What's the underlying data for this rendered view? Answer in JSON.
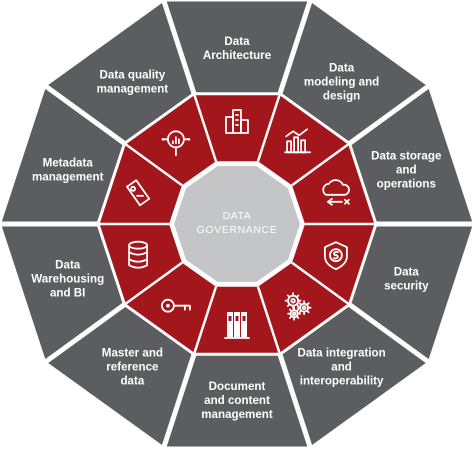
{
  "hub": {
    "line1": "DATA",
    "line2": "GOVERNANCE"
  },
  "areas": [
    {
      "id": "architecture",
      "icon": "buildings-icon",
      "lines": [
        "Data",
        "Architecture"
      ]
    },
    {
      "id": "modeling",
      "icon": "bar-chart-icon",
      "lines": [
        "Data",
        "modeling and",
        "design"
      ]
    },
    {
      "id": "storage",
      "icon": "cloud-storage-icon",
      "lines": [
        "Data storage",
        "and",
        "operations"
      ]
    },
    {
      "id": "security",
      "icon": "shield-icon",
      "lines": [
        "Data",
        "security"
      ]
    },
    {
      "id": "integration",
      "icon": "gears-icon",
      "lines": [
        "Data integration",
        "and",
        "interoperability"
      ]
    },
    {
      "id": "document",
      "icon": "binders-icon",
      "lines": [
        "Document",
        "and content",
        "management"
      ]
    },
    {
      "id": "master",
      "icon": "key-icon",
      "lines": [
        "Master and",
        "reference",
        "data"
      ]
    },
    {
      "id": "warehousing",
      "icon": "database-icon",
      "lines": [
        "Data",
        "Warehousing",
        "and BI"
      ]
    },
    {
      "id": "metadata",
      "icon": "tag-icon",
      "lines": [
        "Metadata",
        "management"
      ]
    },
    {
      "id": "quality",
      "icon": "magnifier-chart-icon",
      "lines": [
        "Data quality",
        "management"
      ]
    }
  ],
  "colors": {
    "outer": "#5c5d60",
    "inner": "#a3161b",
    "hub": "#c4c5c7",
    "gap": "#ffffff"
  }
}
